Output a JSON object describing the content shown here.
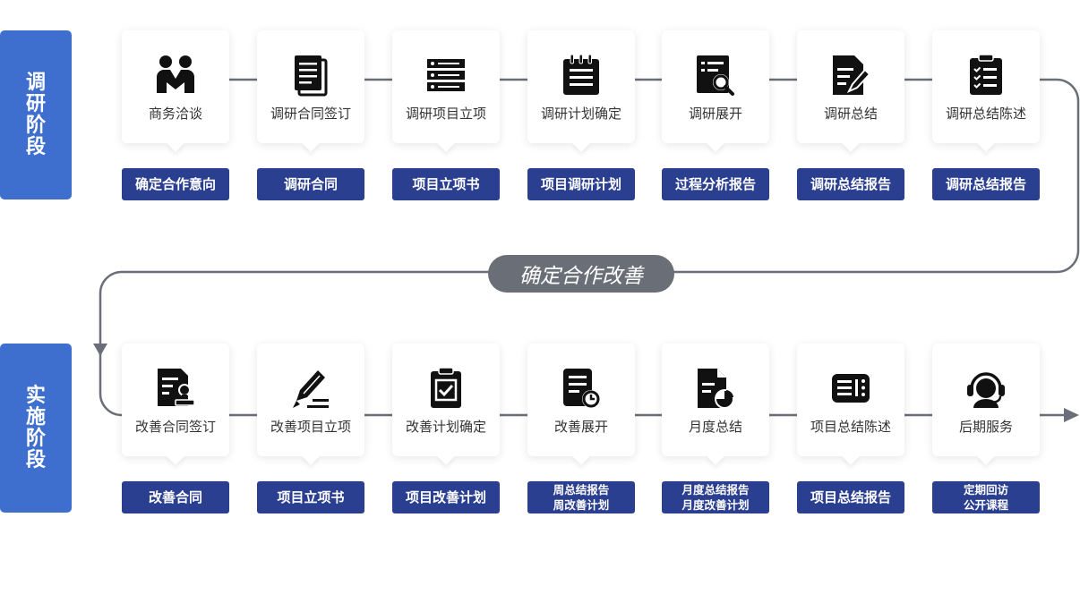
{
  "stages": [
    {
      "label": "调研阶段"
    },
    {
      "label": "实施阶段"
    }
  ],
  "connector_label": "确定合作改善",
  "colors": {
    "stage": "#3f6fce",
    "output": "#2b3f91",
    "line": "#6a6f77",
    "icon": "#111111"
  },
  "row1": [
    {
      "name": "商务洽谈",
      "icon": "handshake-people-icon",
      "output": "确定合作意向"
    },
    {
      "name": "调研合同签订",
      "icon": "document-stack-icon",
      "output": "调研合同"
    },
    {
      "name": "调研项目立项",
      "icon": "server-list-icon",
      "output": "项目立项书"
    },
    {
      "name": "调研计划确定",
      "icon": "notepad-icon",
      "output": "项目调研计划"
    },
    {
      "name": "调研展开",
      "icon": "document-search-icon",
      "output": "过程分析报告"
    },
    {
      "name": "调研总结",
      "icon": "document-edit-icon",
      "output": "调研总结报告"
    },
    {
      "name": "调研总结陈述",
      "icon": "clipboard-list-icon",
      "output": "调研总结报告"
    }
  ],
  "row2": [
    {
      "name": "改善合同签订",
      "icon": "contract-stamp-icon",
      "output": "改善合同"
    },
    {
      "name": "改善项目立项",
      "icon": "pen-sign-icon",
      "output": "项目立项书"
    },
    {
      "name": "改善计划确定",
      "icon": "clipboard-check-icon",
      "output": "项目改善计划"
    },
    {
      "name": "改善展开",
      "icon": "document-clock-icon",
      "output": "周总结报告\n周改善计划"
    },
    {
      "name": "月度总结",
      "icon": "document-chart-icon",
      "output": "月度总结报告\n月度改善计划"
    },
    {
      "name": "项目总结陈述",
      "icon": "presentation-list-icon",
      "output": "项目总结报告"
    },
    {
      "name": "后期服务",
      "icon": "headset-support-icon",
      "output": "定期回访\n公开课程"
    }
  ]
}
